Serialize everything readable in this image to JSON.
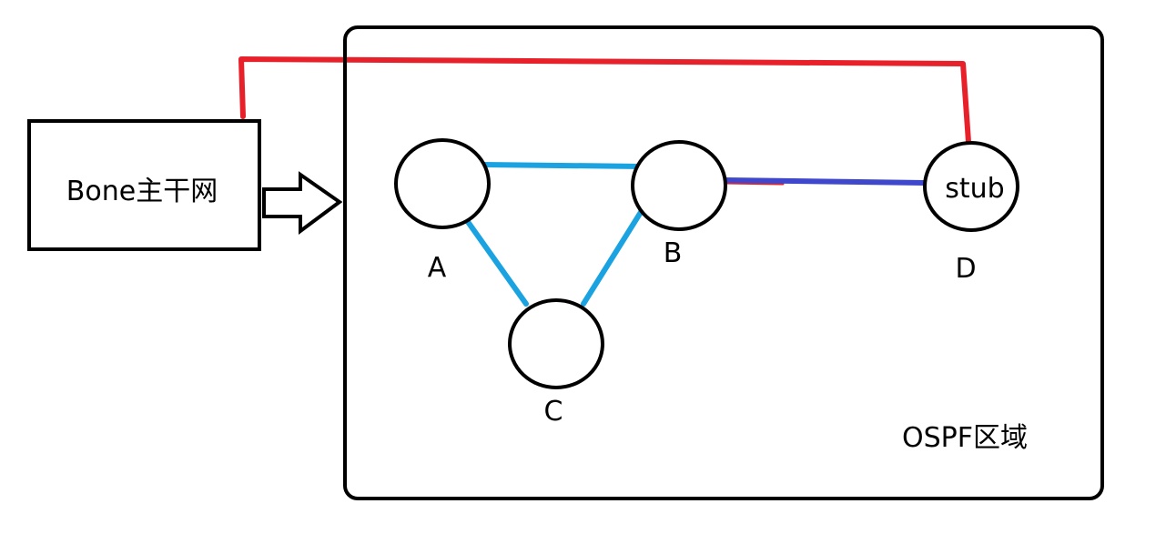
{
  "backbone": {
    "label": "Bone主干网"
  },
  "area": {
    "label": "OSPF区域"
  },
  "nodes": {
    "a": {
      "label": "A",
      "inner": ""
    },
    "b": {
      "label": "B",
      "inner": ""
    },
    "c": {
      "label": "C",
      "inner": ""
    },
    "d": {
      "label": "D",
      "inner": "stub"
    }
  },
  "colors": {
    "outline": "#000000",
    "virtual_link": "#e8202a",
    "area_link": "#1aa3e0",
    "stub_link": "#3f48cc"
  }
}
